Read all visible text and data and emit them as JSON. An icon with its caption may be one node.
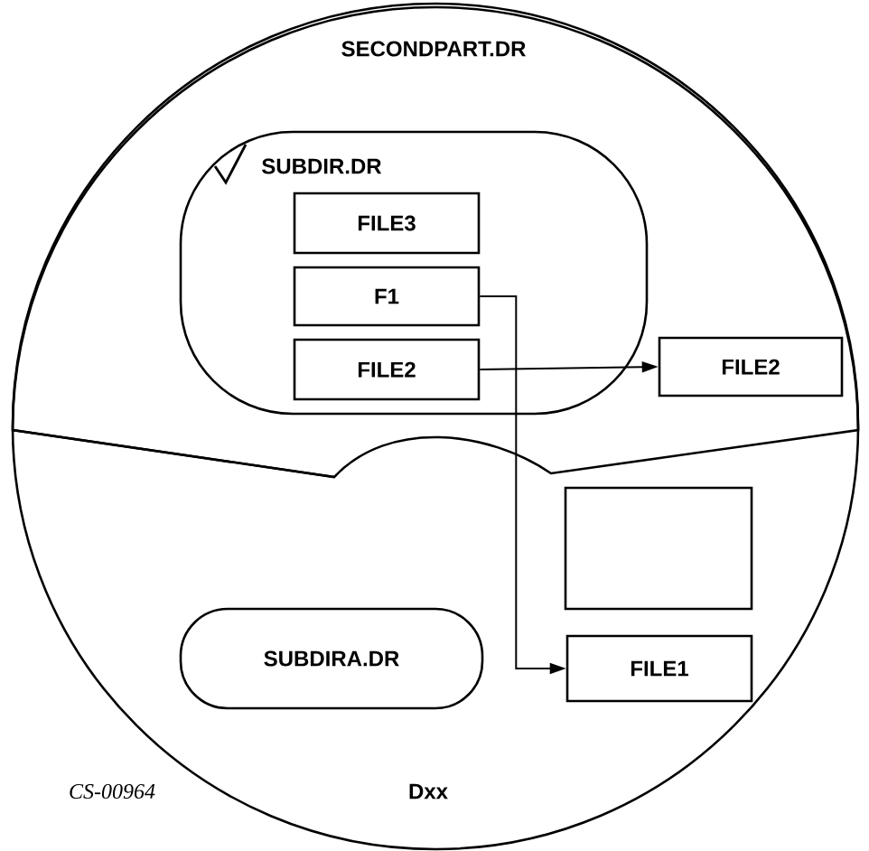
{
  "diagram": {
    "nodes": [
      {
        "text": [
          "Dxx"
        ]
      },
      {
        "text": [
          "SECONDPART.DR"
        ],
        "in": 0
      },
      {
        "text": [
          "SUBDIR.DR"
        ],
        "in": 1
      },
      {
        "text": [
          "FILE3"
        ],
        "in": 2
      },
      {
        "text": [
          "F1"
        ],
        "in": 2
      },
      {
        "text": [
          "FILE2"
        ],
        "in": 2
      },
      {
        "text": [
          "FILE2"
        ],
        "in": 1
      },
      {
        "text": [],
        "shape": "box",
        "in": 0
      },
      {
        "text": [
          "SUBDIRA.DR"
        ],
        "in": 0
      },
      {
        "text": [
          "FILE1"
        ],
        "in": 0
      }
    ],
    "edges": [
      {
        "from": 5,
        "to": 6,
        "arrow": "to"
      },
      {
        "from": 4,
        "to": 9,
        "arrow": "to"
      }
    ],
    "labels": [
      "CS-00964"
    ]
  }
}
